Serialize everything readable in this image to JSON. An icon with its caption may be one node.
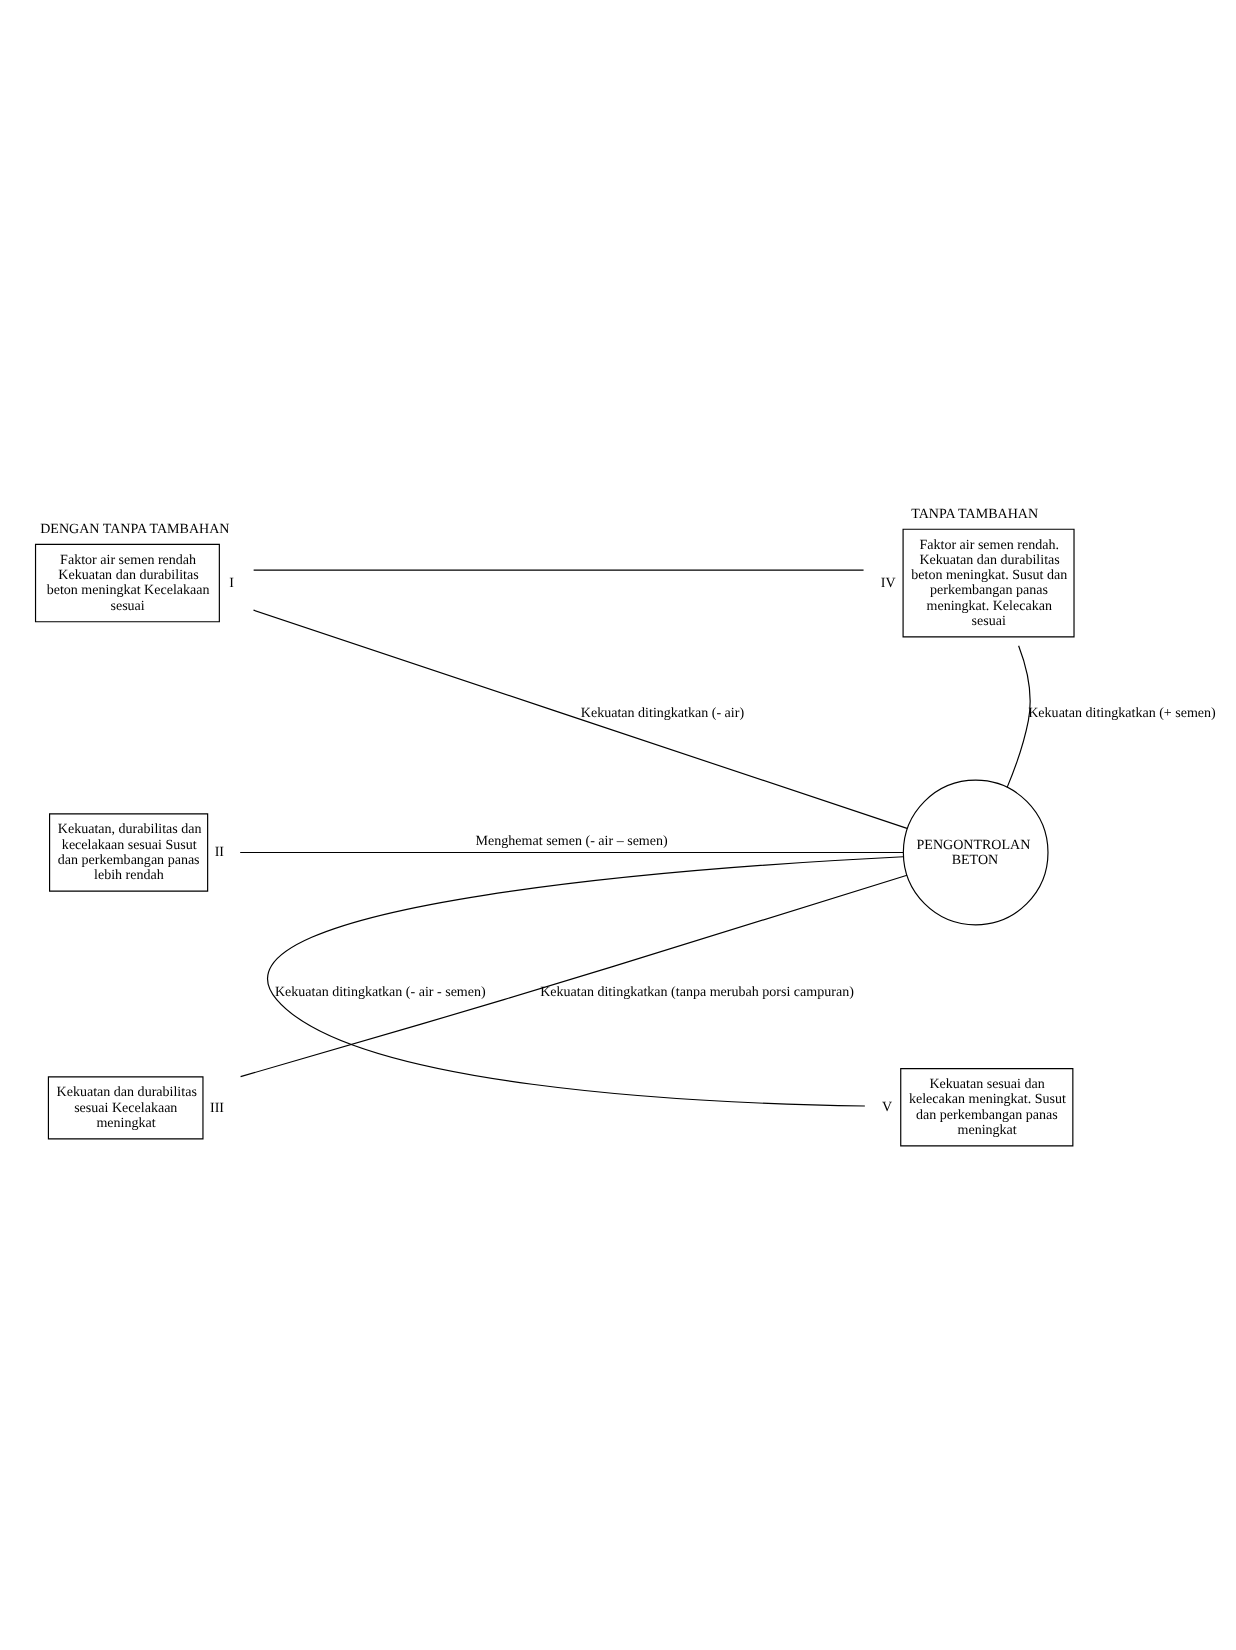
{
  "diagram": {
    "nodes": [
      {
        "text": [
          "PENGONTROLAN BETON"
        ]
      },
      {
        "text": [
          "TANPA TAMBAHAN",
          "Faktor air semen rendah. Kekuatan dan durabilitas beton meningkat. Susut dan perkembangan panas meningkat. Kelecakan sesuai"
        ],
        "beside": [
          "IV"
        ]
      },
      {
        "text": [
          "DENGAN TANPA TAMBAHAN",
          "Faktor air semen rendah Kekuatan dan durabilitas beton meningkat Kecelakaan sesuai"
        ],
        "beside": [
          "I"
        ]
      },
      {
        "text": [
          "Kekuatan, durabilitas dan kecelakaan sesuai Susut dan perkembangan panas lebih rendah"
        ],
        "beside": [
          "II"
        ]
      },
      {
        "text": [
          "Kekuatan sesuai dan kelecakan meningkat. Susut dan perkembangan panas meningkat"
        ],
        "beside": [
          "V"
        ]
      },
      {
        "text": [
          "Kekuatan dan durabilitas sesuai Kecelakaan meningkat"
        ],
        "beside": [
          "III"
        ]
      }
    ],
    "edges": [
      {
        "from": 0,
        "to": 1,
        "arrow": "none",
        "label": "Kekuatan ditingkatkan (+ semen)"
      },
      {
        "from": 1,
        "to": 2,
        "arrow": "none"
      },
      {
        "from": 0,
        "to": 2,
        "arrow": "none",
        "label": "Kekuatan ditingkatkan (- air)"
      },
      {
        "from": 0,
        "to": 3,
        "arrow": "none",
        "label": "Menghemat semen (- air – semen)"
      },
      {
        "from": 0,
        "to": 5,
        "arrow": "none",
        "label": "Kekuatan ditingkatkan (tanpa merubah porsi campuran)"
      },
      {
        "from": 0,
        "to": 4,
        "arrow": "none",
        "label": "Kekuatan ditingkatkan (- air - semen)"
      }
    ]
  }
}
